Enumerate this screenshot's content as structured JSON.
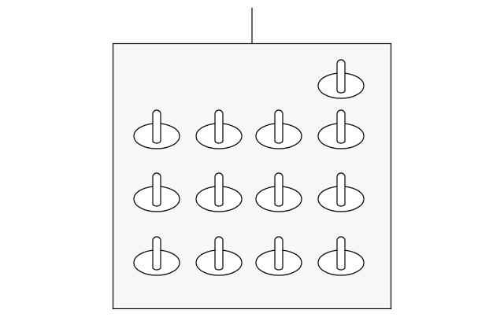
{
  "diagram": {
    "line_color": "#000000",
    "panel_fill": "#f7f7f7",
    "fastener_fill": "#ffffff",
    "fastener_icon": "push-pin-clip-icon",
    "layout": {
      "rows": [
        {
          "filled_columns": [
            4
          ]
        },
        {
          "filled_columns": [
            1,
            2,
            3,
            4
          ]
        },
        {
          "filled_columns": [
            1,
            2,
            3,
            4
          ]
        },
        {
          "filled_columns": [
            1,
            2,
            3,
            4
          ]
        }
      ]
    }
  }
}
